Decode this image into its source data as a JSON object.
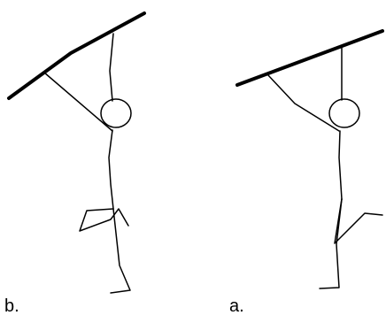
{
  "figure": {
    "panels": [
      {
        "id": "b",
        "label": "b."
      },
      {
        "id": "a",
        "label": "a."
      }
    ]
  },
  "colors": {
    "stroke": "#000000",
    "background": "#ffffff"
  }
}
